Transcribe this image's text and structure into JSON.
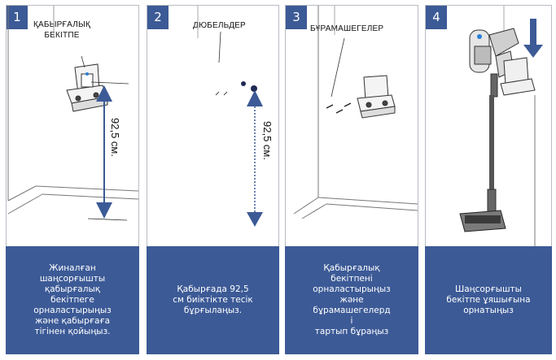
{
  "panels": [
    {
      "number": "1",
      "label_lines": [
        "ҚАБЫРҒАЛЫҚ",
        "БЕКІТПЕ"
      ],
      "measure": "92,5 см.",
      "caption": "Жиналған\nшаңсорғышты\nқабырғалық\nбекітпеге\nорналастырыңыз\nжәне қабырғаға\nтігінен қойыңыз."
    },
    {
      "number": "2",
      "label_lines": [
        "ДЮБЕЛЬДЕР"
      ],
      "measure": "92,5 см.",
      "caption": "Қабырғада 92,5\nсм биіктікте тесік\nбұрғылаңыз."
    },
    {
      "number": "3",
      "label_lines": [
        "БҰРАМАШЕГЕЛЕР"
      ],
      "measure": "",
      "caption": "Қабырғалық\nбекітпені\nорналастырыңыз\nжәне\nбұрамашегелерд\nі\nтартып бұраңыз"
    },
    {
      "number": "4",
      "label_lines": [],
      "measure": "",
      "caption": "Шаңсорғышты\nбекітпе ұяшығына\nорнатыңыз"
    }
  ],
  "colors": {
    "accent": "#3c5a96",
    "arrow": "#3c5a96",
    "line": "#555555"
  }
}
